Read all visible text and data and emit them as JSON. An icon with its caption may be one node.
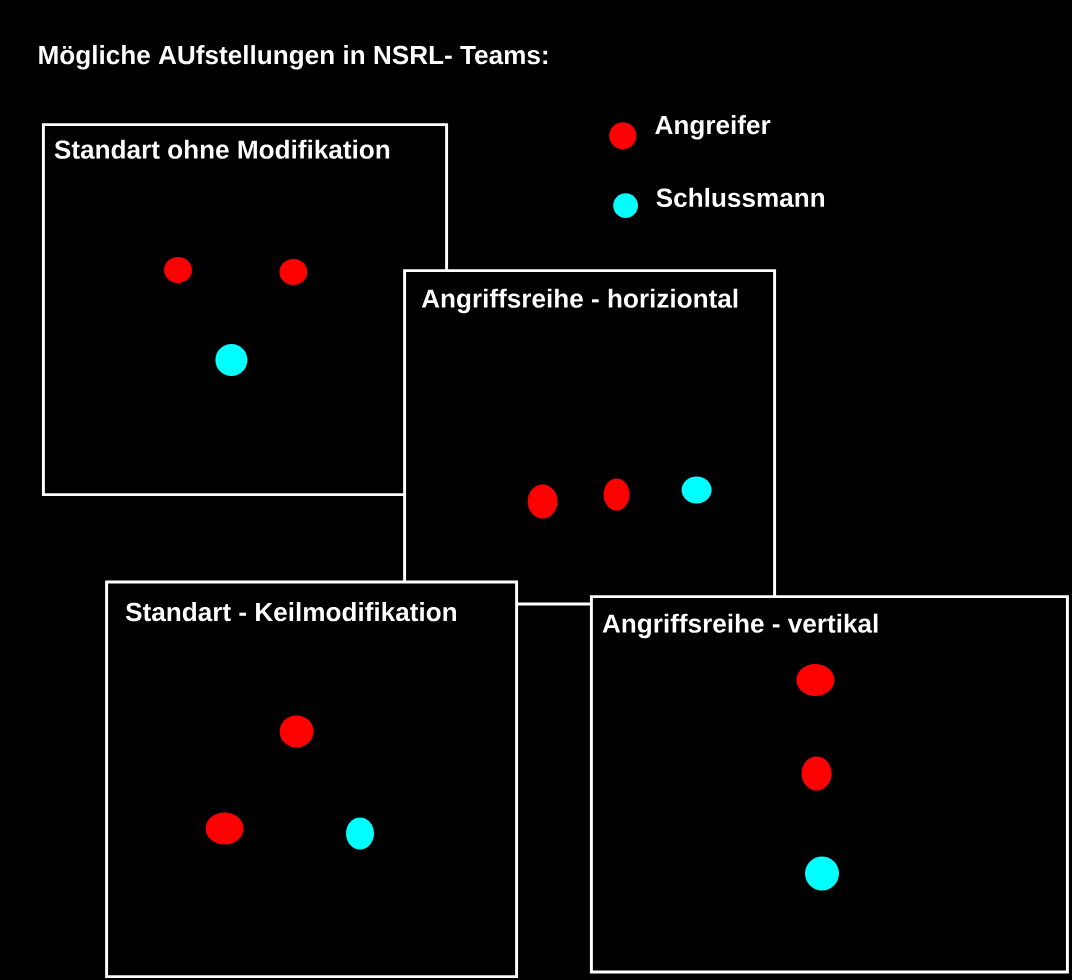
{
  "diagram": {
    "title": "Mögliche AUfstellungen in NSRL- Teams:",
    "nodes": [
      {
        "text": [
          "Standart ohne Modifikation"
        ]
      },
      {
        "text": [
          "Angriffsreihe - horiziontal"
        ]
      },
      {
        "text": [
          "Standart - Keilmodifikation"
        ]
      },
      {
        "text": [
          "Angriffsreihe - vertikal"
        ]
      }
    ],
    "legend": [
      {
        "text": "Angreifer",
        "color": "#ff0000"
      },
      {
        "text": "Schlussmann",
        "color": "#00ffff"
      }
    ]
  }
}
